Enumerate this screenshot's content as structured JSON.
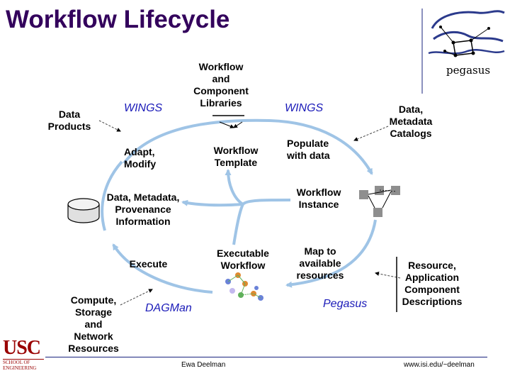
{
  "title": "Workflow Lifecycle",
  "nodes": {
    "workflow_libraries": "Workflow\nand\nComponent\nLibraries",
    "data_products": "Data\nProducts",
    "data_catalogs": "Data,\nMetadata\nCatalogs",
    "adapt_modify": "Adapt,\nModify",
    "workflow_template": "Workflow\nTemplate",
    "populate_with_data": "Populate\nwith data",
    "provenance_info": "Data, Metadata,\nProvenance\nInformation",
    "workflow_instance": "Workflow\nInstance",
    "execute": "Execute",
    "executable_workflow": "Executable\nWorkflow",
    "map_to_resources": "Map to\navailable\nresources",
    "resource_descriptions": "Resource,\nApplication\nComponent\nDescriptions",
    "compute_resources": "Compute,\nStorage\nand\nNetwork\nResources"
  },
  "tools": {
    "wings_left": "WINGS",
    "wings_right": "WINGS",
    "dagman": "DAGMan",
    "pegasus": "Pegasus"
  },
  "logos": {
    "pegasus": "pegasus",
    "usc": "USC",
    "usc_sub": "SCHOOL OF\nENGINEERING"
  },
  "footer": {
    "author": "Ewa Deelman",
    "url": "www.isi.edu/~deelman"
  },
  "colors": {
    "title": "#33005c",
    "cycle_arrow": "#9fc4e6",
    "tool_label": "#1a1ab8",
    "usc": "#990000",
    "footer_rule": "#1a237e"
  }
}
